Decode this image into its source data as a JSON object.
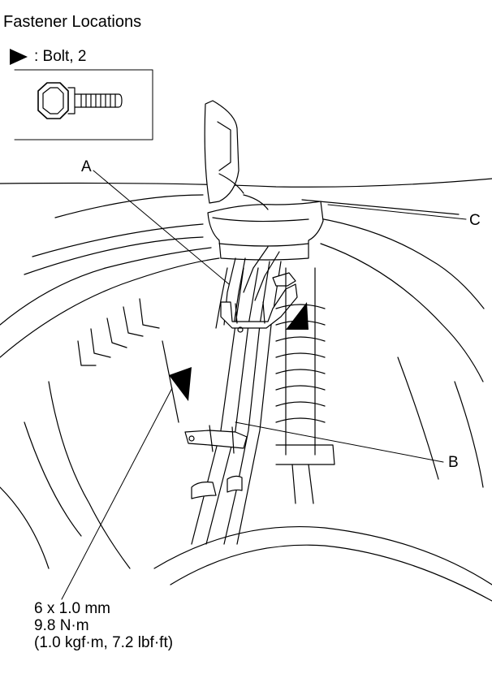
{
  "title": "Fastener Locations",
  "legend": {
    "symbol": "filled-triangle-arrow",
    "text": ": Bolt, 2"
  },
  "callouts": {
    "a": "A",
    "b": "B",
    "c": "C"
  },
  "torque_spec": {
    "size": "6 x 1.0 mm",
    "torque_nm": "9.8 N·m",
    "torque_alt": "(1.0 kgf·m, 7.2 lbf·ft)"
  }
}
